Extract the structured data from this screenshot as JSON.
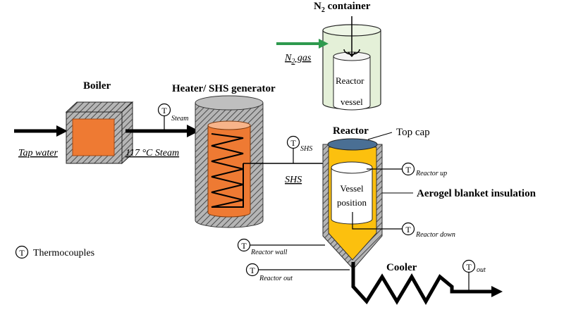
{
  "title_n2": {
    "main": "N",
    "sub": "2",
    "rest": " container"
  },
  "n2_gas": {
    "main": "N",
    "sub": "2",
    "rest": " gas"
  },
  "reactor_vessel": {
    "line1": "Reactor",
    "line2": "vessel"
  },
  "boiler": "Boiler",
  "heater": "Heater/ SHS generator",
  "reactor": "Reactor",
  "top_cap": "Top cap",
  "tap_water": "Tap water",
  "steam_117": "117 °C Steam",
  "shs": "SHS",
  "vessel_position": {
    "line1": "Vessel",
    "line2": "position"
  },
  "aerogel": "Aerogel blanket insulation",
  "cooler": "Cooler",
  "thermocouples_legend": "Thermocouples",
  "tc_symbol": "T",
  "tc": {
    "steam": "Steam",
    "shs": "SHS",
    "reactor_up": "Reactor up",
    "reactor_down": "Reactor down",
    "reactor_wall": "Reactor wall",
    "reactor_out": "Reactor out",
    "out": "out"
  },
  "colors": {
    "heater_orange": "#ee7a33",
    "reactor_yellow": "#fcc00e",
    "top_cap_blue": "#4a6f94",
    "n2_container_green": "#e4f0d8",
    "n2_arrow_green": "#2e9a4e",
    "insulation_gray": "#9a9a9a"
  }
}
